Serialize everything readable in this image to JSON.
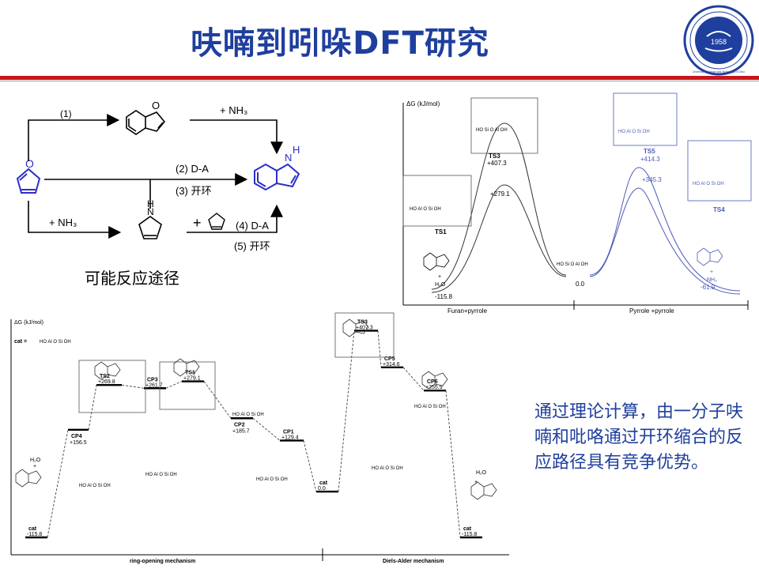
{
  "slide": {
    "title": "呋喃到吲哚DFT研究",
    "colors": {
      "title": "#1f3f9e",
      "rule": "#c8151b",
      "blue_mol": "#2e2ec8"
    },
    "logo": {
      "year": "1958",
      "ring_text": "University of Science and Technology of China"
    }
  },
  "scheme": {
    "caption": "可能反应途径",
    "route1_label": "(1)",
    "nh3_top": "+ NH₃",
    "route2_label": "(2) D-A",
    "route3_label": "(3) 开环",
    "nh3_bottom": "+ NH₃",
    "plus_pyrrole": "+",
    "route4_label": "(4) D-A",
    "route5_label": "(5) 开环",
    "indole_nh": "N",
    "indole_h": "H",
    "pyrrole_nh": "N",
    "pyrrole_h": "H",
    "furan_o": "O",
    "benzofuran_o": "O"
  },
  "energy_top": {
    "ylabel": "ΔG (kJ/mol)",
    "ts3": "TS3",
    "ts3_val": "+407.3",
    "ts5": "TS5",
    "ts5_val": "+414.3",
    "ts1": "TS1",
    "ts1_val": "+279.1",
    "ts4": "TS4",
    "ts4_val": "+345.3",
    "start_val": "-115.8",
    "mid_val": "0.0",
    "end_val": "-61.9",
    "left_axis": "Furan+pyrrole",
    "right_axis": "Pyrrole +pyrrole",
    "h2o": "H₂O",
    "nh3": "NH₃",
    "plus": "+"
  },
  "energy_bottom": {
    "ylabel": "ΔG (kJ/mol)",
    "cat_label": "cat =",
    "levels": {
      "cat_left": "cat",
      "cat_left_val": "-115.8",
      "cp4": "CP4",
      "cp4_val": "+156.5",
      "ts2": "TS2",
      "ts2_val": "+269.8",
      "cp3": "CP3",
      "cp3_val": "+261.7",
      "ts1": "TS1",
      "ts1_val": "+279.1",
      "cp2": "CP2",
      "cp2_val": "+185.7",
      "cp1": "CP1",
      "cp1_val": "+129.4",
      "cat_mid": "cat",
      "cat_mid_val": "0.0",
      "ts3": "TS3",
      "ts3_val": "+407.3",
      "cp5": "CP5",
      "cp5_val": "+314.6",
      "cp6": "CP6",
      "cp6_val": "+255.9",
      "cat_right": "cat",
      "cat_right_val": "-115.8"
    },
    "left_axis": "ring-opening mechanism",
    "right_axis": "Diels-Alder mechanism",
    "h2o_left": "H₂O",
    "h2o_right": "H₂O",
    "plus": "+"
  },
  "conclusion": {
    "text": "通过理论计算，由一分子呋喃和吡咯通过开环缩合的反应路径具有竞争优势。"
  }
}
